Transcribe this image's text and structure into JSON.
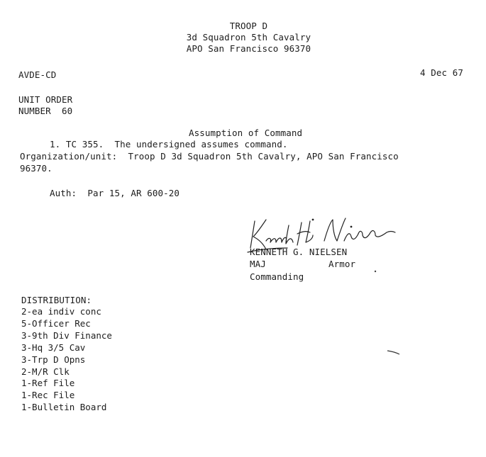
{
  "header": {
    "line1": "TROOP D",
    "line2": "3d Squadron 5th Cavalry",
    "line3": "APO San Francisco 96370"
  },
  "office_symbol": "AVDE-CD",
  "date": "4 Dec 67",
  "order": {
    "line1": "UNIT ORDER",
    "line2": "NUMBER  60"
  },
  "subject": "Assumption of Command",
  "body": {
    "para1": "1. TC 355.  The undersigned assumes command.",
    "org_line1": "Organization/unit:  Troop D 3d Squadron 5th Cavalry, APO San Francisco",
    "org_line2": "96370.",
    "auth": "Auth:  Par 15, AR 600-20"
  },
  "signature_block": {
    "signature_text": "Kenneth G. Nielsen",
    "name": "KENNETH G. NIELSEN",
    "rank": "MAJ",
    "branch": "Armor",
    "title": "Commanding"
  },
  "distribution": {
    "heading": "DISTRIBUTION:",
    "items": [
      "2-ea indiv conc",
      "5-Officer Rec",
      "3-9th Div Finance",
      "3-Hq 3/5 Cav",
      "3-Trp D Opns",
      "2-M/R Clk",
      "1-Ref File",
      "1-Rec File",
      "1-Bulletin Board"
    ]
  }
}
